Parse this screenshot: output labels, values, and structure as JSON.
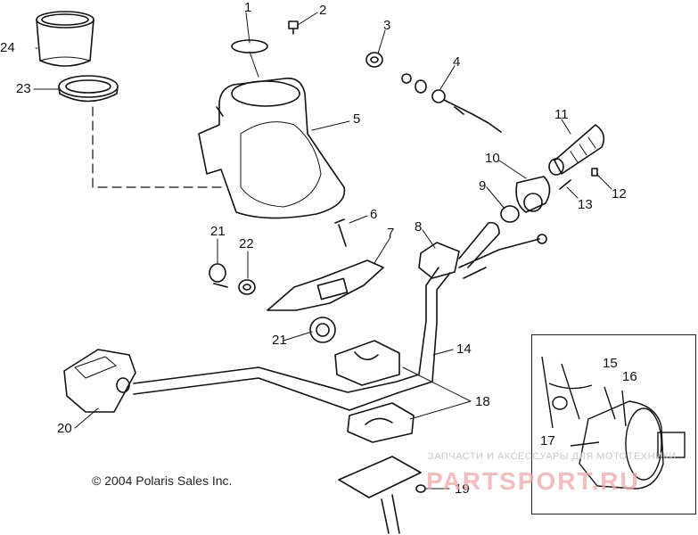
{
  "diagram": {
    "callouts": [
      "1",
      "2",
      "3",
      "4",
      "5",
      "6",
      "7",
      "8",
      "9",
      "10",
      "11",
      "12",
      "13",
      "14",
      "15",
      "16",
      "17",
      "18",
      "19",
      "20",
      "21",
      "21",
      "22",
      "23",
      "24"
    ],
    "copyright": "© 2004 Polaris Sales Inc.",
    "watermark": {
      "line1": "ЗАПЧАСТИ И АКСЕССУАРЫ ДЛЯ МОТОТЕХНИКИ",
      "line2": "PARTSPORT.RU"
    }
  }
}
